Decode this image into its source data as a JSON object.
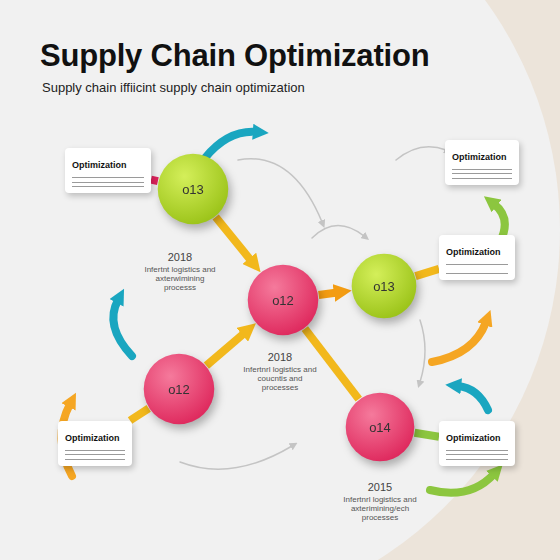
{
  "diagram": {
    "title": "Supply Chain Optimization",
    "nodes": [
      {
        "text": [
          "Optimization"
        ]
      },
      {
        "text": [
          "Optimization"
        ]
      },
      {
        "text": [
          "o13"
        ]
      },
      {
        "text": [
          "Optimization"
        ]
      },
      {
        "text": [
          "o13"
        ]
      },
      {
        "text": [
          "o12"
        ]
      },
      {
        "text": [
          "o12"
        ]
      },
      {
        "text": [
          "o14"
        ]
      },
      {
        "text": [
          "Optimization"
        ]
      },
      {
        "text": [
          "Optimization"
        ]
      }
    ],
    "edges": [
      {
        "from": 0,
        "to": 2,
        "arrow": "none"
      },
      {
        "from": 2,
        "to": 5,
        "arrow": "to"
      },
      {
        "from": 5,
        "to": 4,
        "arrow": "to"
      },
      {
        "from": 6,
        "to": 5,
        "arrow": "to"
      },
      {
        "from": 5,
        "to": 7,
        "arrow": "none"
      },
      {
        "from": 4,
        "to": 3,
        "arrow": "none"
      },
      {
        "from": 6,
        "to": 8,
        "arrow": "none"
      },
      {
        "from": 7,
        "to": 9,
        "arrow": "none"
      }
    ],
    "labels": [
      "Supply chain iffiicint supply chain optimization",
      "2018",
      "Infertnt logistics and axterwimining processs",
      "2018",
      "Infertnrl logistics and coucntis and processes",
      "2015",
      "Infertnrl logistics and axterimining/ech processes"
    ]
  }
}
